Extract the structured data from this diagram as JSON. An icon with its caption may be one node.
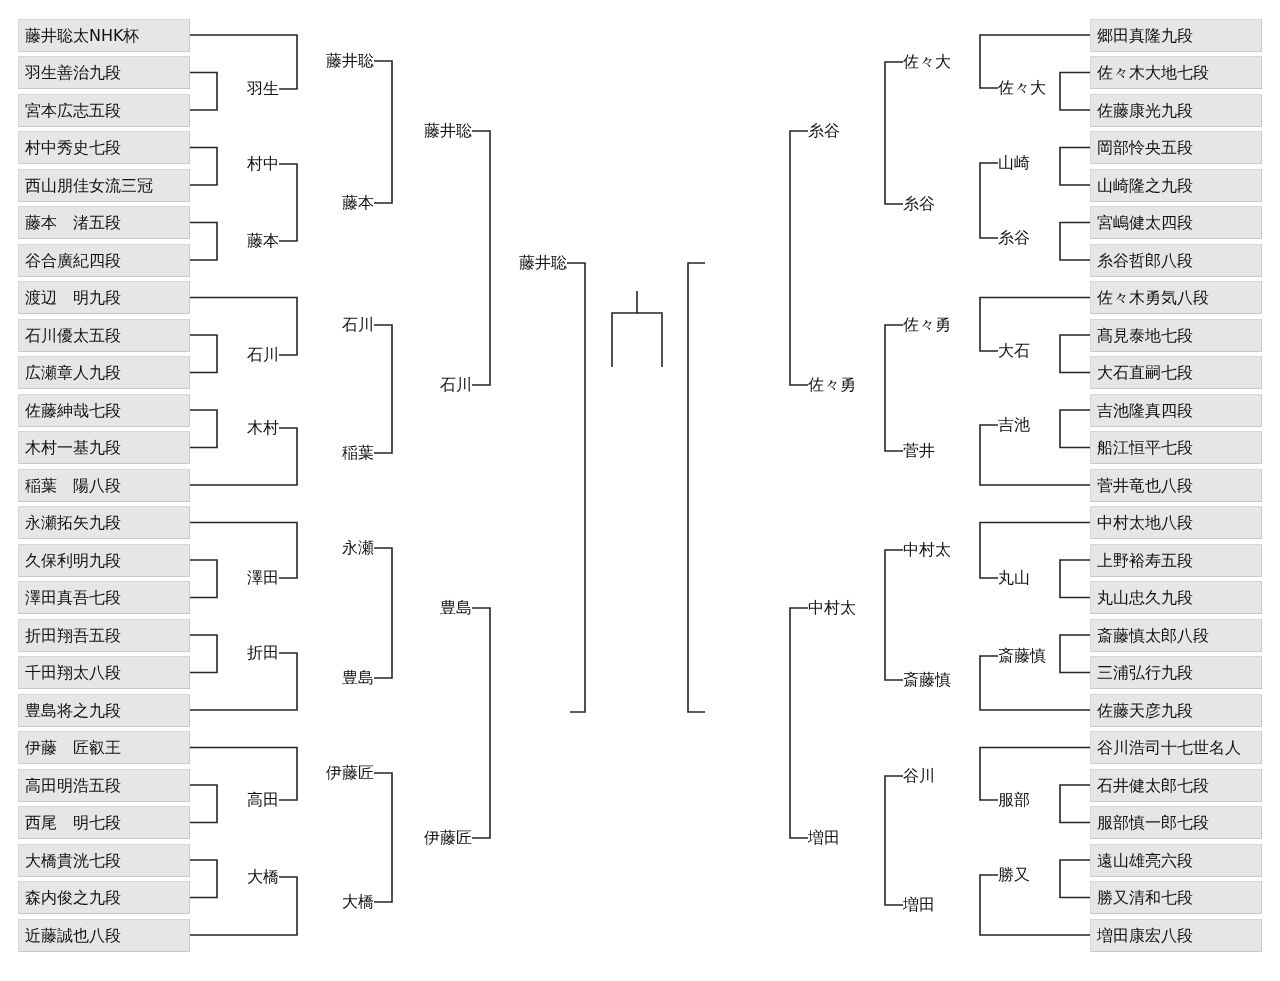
{
  "diagram": {
    "nodes": [
      {
        "text": [
          "藤井聡太NHK杯"
        ]
      },
      {
        "text": [
          "羽生善治九段"
        ]
      },
      {
        "text": [
          "宮本広志五段"
        ]
      },
      {
        "text": [
          "村中秀史七段"
        ]
      },
      {
        "text": [
          "西山朋佳女流三冠"
        ]
      },
      {
        "text": [
          "藤本　渚五段"
        ]
      },
      {
        "text": [
          "谷合廣紀四段"
        ]
      },
      {
        "text": [
          "渡辺　明九段"
        ]
      },
      {
        "text": [
          "石川優太五段"
        ]
      },
      {
        "text": [
          "広瀬章人九段"
        ]
      },
      {
        "text": [
          "佐藤紳哉七段"
        ]
      },
      {
        "text": [
          "木村一基九段"
        ]
      },
      {
        "text": [
          "稲葉　陽八段"
        ]
      },
      {
        "text": [
          "永瀬拓矢九段"
        ]
      },
      {
        "text": [
          "久保利明九段"
        ]
      },
      {
        "text": [
          "澤田真吾七段"
        ]
      },
      {
        "text": [
          "折田翔吾五段"
        ]
      },
      {
        "text": [
          "千田翔太八段"
        ]
      },
      {
        "text": [
          "豊島将之九段"
        ]
      },
      {
        "text": [
          "伊藤　匠叡王"
        ]
      },
      {
        "text": [
          "高田明浩五段"
        ]
      },
      {
        "text": [
          "西尾　明七段"
        ]
      },
      {
        "text": [
          "大橋貴洸七段"
        ]
      },
      {
        "text": [
          "森内俊之九段"
        ]
      },
      {
        "text": [
          "近藤誠也八段"
        ]
      },
      {
        "text": [
          "羽生"
        ]
      },
      {
        "text": [
          "村中"
        ]
      },
      {
        "text": [
          "藤本"
        ]
      },
      {
        "text": [
          "石川"
        ]
      },
      {
        "text": [
          "木村"
        ]
      },
      {
        "text": [
          "澤田"
        ]
      },
      {
        "text": [
          "折田"
        ]
      },
      {
        "text": [
          "高田"
        ]
      },
      {
        "text": [
          "大橋"
        ]
      },
      {
        "text": [
          "藤井聡"
        ]
      },
      {
        "text": [
          "藤本"
        ]
      },
      {
        "text": [
          "石川"
        ]
      },
      {
        "text": [
          "稲葉"
        ]
      },
      {
        "text": [
          "永瀬"
        ]
      },
      {
        "text": [
          "豊島"
        ]
      },
      {
        "text": [
          "伊藤匠"
        ]
      },
      {
        "text": [
          "大橋"
        ]
      },
      {
        "text": [
          "藤井聡"
        ]
      },
      {
        "text": [
          "石川"
        ]
      },
      {
        "text": [
          "豊島"
        ]
      },
      {
        "text": [
          "伊藤匠"
        ]
      },
      {
        "text": [
          "藤井聡"
        ]
      },
      {
        "text": [
          "糸谷"
        ]
      },
      {
        "text": [
          "佐々勇"
        ]
      },
      {
        "text": [
          "中村太"
        ]
      },
      {
        "text": [
          "増田"
        ]
      },
      {
        "text": [
          "佐々大"
        ]
      },
      {
        "text": [
          "糸谷"
        ]
      },
      {
        "text": [
          "佐々勇"
        ]
      },
      {
        "text": [
          "菅井"
        ]
      },
      {
        "text": [
          "中村太"
        ]
      },
      {
        "text": [
          "斎藤慎"
        ]
      },
      {
        "text": [
          "谷川"
        ]
      },
      {
        "text": [
          "増田"
        ]
      },
      {
        "text": [
          "佐々大"
        ]
      },
      {
        "text": [
          "山崎"
        ]
      },
      {
        "text": [
          "糸谷"
        ]
      },
      {
        "text": [
          "大石"
        ]
      },
      {
        "text": [
          "吉池"
        ]
      },
      {
        "text": [
          "丸山"
        ]
      },
      {
        "text": [
          "斎藤慎"
        ]
      },
      {
        "text": [
          "服部"
        ]
      },
      {
        "text": [
          "勝又"
        ]
      },
      {
        "text": [
          "郷田真隆九段"
        ]
      },
      {
        "text": [
          "佐々木大地七段"
        ]
      },
      {
        "text": [
          "佐藤康光九段"
        ]
      },
      {
        "text": [
          "岡部怜央五段"
        ]
      },
      {
        "text": [
          "山崎隆之九段"
        ]
      },
      {
        "text": [
          "宮嶋健太四段"
        ]
      },
      {
        "text": [
          "糸谷哲郎八段"
        ]
      },
      {
        "text": [
          "佐々木勇気八段"
        ]
      },
      {
        "text": [
          "髙見泰地七段"
        ]
      },
      {
        "text": [
          "大石直嗣七段"
        ]
      },
      {
        "text": [
          "吉池隆真四段"
        ]
      },
      {
        "text": [
          "船江恒平七段"
        ]
      },
      {
        "text": [
          "菅井竜也八段"
        ]
      },
      {
        "text": [
          "中村太地八段"
        ]
      },
      {
        "text": [
          "上野裕寿五段"
        ]
      },
      {
        "text": [
          "丸山忠久九段"
        ]
      },
      {
        "text": [
          "斎藤慎太郎八段"
        ]
      },
      {
        "text": [
          "三浦弘行九段"
        ]
      },
      {
        "text": [
          "佐藤天彦九段"
        ]
      },
      {
        "text": [
          "谷川浩司十七世名人"
        ]
      },
      {
        "text": [
          "石井健太郎七段"
        ]
      },
      {
        "text": [
          "服部慎一郎七段"
        ]
      },
      {
        "text": [
          "遠山雄亮六段"
        ]
      },
      {
        "text": [
          "勝又清和七段"
        ]
      },
      {
        "text": [
          "増田康宏八段"
        ]
      }
    ],
    "edges": [
      {
        "from": 1,
        "to": 2,
        "arrow": "none"
      },
      {
        "from": 0,
        "to": 25,
        "arrow": "none"
      },
      {
        "from": 3,
        "to": 4,
        "arrow": "none"
      },
      {
        "from": 5,
        "to": 6,
        "arrow": "none"
      },
      {
        "from": 26,
        "to": 27,
        "arrow": "none"
      },
      {
        "from": 34,
        "to": 35,
        "arrow": "none"
      },
      {
        "from": 8,
        "to": 9,
        "arrow": "none"
      },
      {
        "from": 7,
        "to": 28,
        "arrow": "none"
      },
      {
        "from": 10,
        "to": 11,
        "arrow": "none"
      },
      {
        "from": 29,
        "to": 12,
        "arrow": "none"
      },
      {
        "from": 36,
        "to": 37,
        "arrow": "none"
      },
      {
        "from": 42,
        "to": 43,
        "arrow": "none"
      },
      {
        "from": 14,
        "to": 15,
        "arrow": "none"
      },
      {
        "from": 13,
        "to": 30,
        "arrow": "none"
      },
      {
        "from": 16,
        "to": 17,
        "arrow": "none"
      },
      {
        "from": 31,
        "to": 18,
        "arrow": "none"
      },
      {
        "from": 38,
        "to": 39,
        "arrow": "none"
      },
      {
        "from": 20,
        "to": 21,
        "arrow": "none"
      },
      {
        "from": 19,
        "to": 32,
        "arrow": "none"
      },
      {
        "from": 22,
        "to": 23,
        "arrow": "none"
      },
      {
        "from": 33,
        "to": 24,
        "arrow": "none"
      },
      {
        "from": 40,
        "to": 41,
        "arrow": "none"
      },
      {
        "from": 44,
        "to": 45,
        "arrow": "none"
      },
      {
        "from": 46,
        "to": null,
        "arrow": "none"
      },
      {
        "from": 69,
        "to": 70,
        "arrow": "none"
      },
      {
        "from": 68,
        "to": 59,
        "arrow": "none"
      },
      {
        "from": 71,
        "to": 72,
        "arrow": "none"
      },
      {
        "from": 73,
        "to": 74,
        "arrow": "none"
      },
      {
        "from": 60,
        "to": 61,
        "arrow": "none"
      },
      {
        "from": 51,
        "to": 52,
        "arrow": "none"
      },
      {
        "from": 76,
        "to": 77,
        "arrow": "none"
      },
      {
        "from": 75,
        "to": 62,
        "arrow": "none"
      },
      {
        "from": 78,
        "to": 79,
        "arrow": "none"
      },
      {
        "from": 63,
        "to": 80,
        "arrow": "none"
      },
      {
        "from": 53,
        "to": 54,
        "arrow": "none"
      },
      {
        "from": 47,
        "to": 48,
        "arrow": "none"
      },
      {
        "from": 82,
        "to": 83,
        "arrow": "none"
      },
      {
        "from": 81,
        "to": 64,
        "arrow": "none"
      },
      {
        "from": 84,
        "to": 85,
        "arrow": "none"
      },
      {
        "from": 65,
        "to": 86,
        "arrow": "none"
      },
      {
        "from": 55,
        "to": 56,
        "arrow": "none"
      },
      {
        "from": 88,
        "to": 89,
        "arrow": "none"
      },
      {
        "from": 87,
        "to": 66,
        "arrow": "none"
      },
      {
        "from": 90,
        "to": 91,
        "arrow": "none"
      },
      {
        "from": 67,
        "to": 92,
        "arrow": "none"
      },
      {
        "from": 57,
        "to": 58,
        "arrow": "none"
      },
      {
        "from": 49,
        "to": 50,
        "arrow": "none"
      }
    ]
  }
}
